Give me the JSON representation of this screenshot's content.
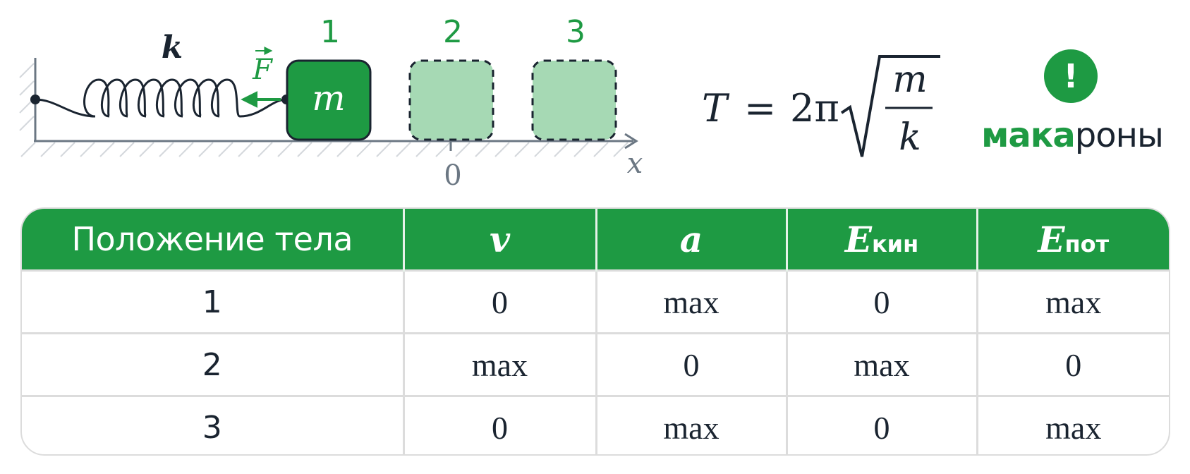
{
  "diagram": {
    "spring_label": "k",
    "force_label": "F",
    "mass_label": "m",
    "position_labels": [
      "1",
      "2",
      "3"
    ],
    "origin_label": "0",
    "axis_label": "x"
  },
  "formula": {
    "lhs": "T",
    "eq": "=",
    "coef": "2π",
    "numerator": "m",
    "denominator": "k"
  },
  "logo": {
    "mark": "!",
    "part1": "ма",
    "part2": "ка",
    "part3": "роны",
    "color_green": "#1e9a43",
    "color_dark": "#1a2430"
  },
  "table": {
    "headers": {
      "position": "Положение тела",
      "v": "v",
      "a": "a",
      "ekin_main": "E",
      "ekin_sub": "кин",
      "epot_main": "E",
      "epot_sub": "пот"
    },
    "rows": [
      {
        "pos": "1",
        "v": "0",
        "a": "max",
        "ekin": "0",
        "epot": "max"
      },
      {
        "pos": "2",
        "v": "max",
        "a": "0",
        "ekin": "max",
        "epot": "0"
      },
      {
        "pos": "3",
        "v": "0",
        "a": "max",
        "ekin": "0",
        "epot": "max"
      }
    ]
  }
}
